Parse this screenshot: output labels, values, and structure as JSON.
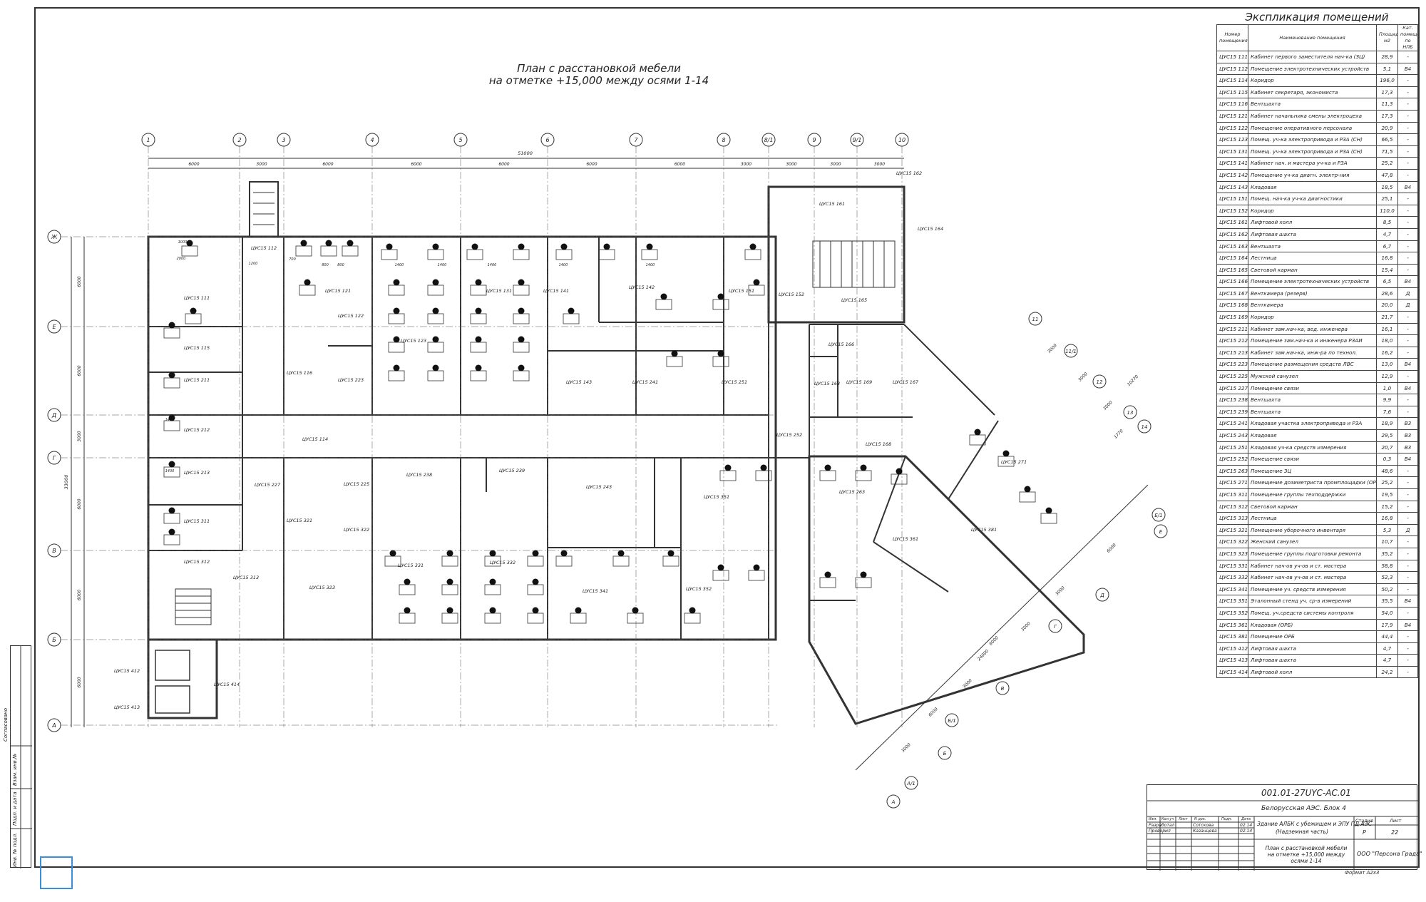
{
  "plan": {
    "title_line1": "План с расстановкой мебели",
    "title_line2": "на отметке +15,000 между осями 1-14",
    "axis_cols": [
      "1",
      "2",
      "3",
      "4",
      "5",
      "6",
      "7",
      "8",
      "8/1",
      "9",
      "9/1",
      "10"
    ],
    "axis_rows": [
      "Ж",
      "Е",
      "Д",
      "Г",
      "В",
      "Б",
      "А"
    ],
    "top_dims": [
      "6000",
      "3000",
      "6000",
      "6000",
      "6000",
      "6000",
      "6000",
      "3000",
      "3000",
      "3000",
      "3000"
    ],
    "overall_dim": "51000",
    "left_dims": [
      "6000",
      "6000",
      "3000",
      "6000",
      "6000",
      "6000"
    ],
    "overall_left_dim": "33000",
    "diag_axes": [
      "11",
      "11/1",
      "12",
      "13",
      "14",
      "Е/1",
      "Е",
      "Д",
      "Г",
      "В",
      "Б/1",
      "Б",
      "А/1",
      "А"
    ],
    "diag_dims": [
      "3000",
      "3000",
      "3000",
      "6000",
      "3000",
      "3000",
      "6000",
      "3000",
      "6000",
      "24000",
      "3000",
      "10270",
      "1770"
    ],
    "furn_dims": [
      "1400",
      "1400",
      "1400",
      "1400",
      "1400",
      "1400",
      "1400",
      "800",
      "800",
      "1200",
      "2000",
      "1000",
      "700"
    ],
    "rooms": [
      "ЦУС15 111",
      "ЦУС15 112",
      "ЦУС15 115",
      "ЦУС15 211",
      "ЦУС15 212",
      "ЦУС15 213",
      "ЦУС15 311",
      "ЦУС15 312",
      "ЦУС15 121",
      "ЦУС15 122",
      "ЦУС15 116",
      "ЦУС15 223",
      "ЦУС15 123",
      "ЦУС15 131",
      "ЦУС15 141",
      "ЦУС15 142",
      "ЦУС15 143",
      "ЦУС15 241",
      "ЦУС15 251",
      "ЦУС15 151",
      "ЦУС15 152",
      "ЦУС15 161",
      "ЦУС15 162",
      "ЦУС15 164",
      "ЦУС15 165",
      "ЦУС15 166",
      "ЦУС15 167",
      "ЦУС15 168",
      "ЦУС15 169",
      "ЦУС15 163",
      "ЦУС15 114",
      "ЦУС15 227",
      "ЦУС15 225",
      "ЦУС15 322",
      "ЦУС15 321",
      "ЦУС15 238",
      "ЦУС15 239",
      "ЦУС15 243",
      "ЦУС15 252",
      "ЦУС15 263",
      "ЦУС15 351",
      "ЦУС15 361",
      "ЦУС15 271",
      "ЦУС15 381",
      "ЦУС15 313",
      "ЦУС15 323",
      "ЦУС15 331",
      "ЦУС15 332",
      "ЦУС15 341",
      "ЦУС15 352",
      "ЦУС15 412",
      "ЦУС15 413",
      "ЦУС15 414"
    ]
  },
  "explication": {
    "title": "Экспликация помещений",
    "headers": [
      "Номер помещения",
      "Наименование помещения",
      "Площадь м2",
      "Кат. помещения по НПБ"
    ],
    "rows": [
      [
        "ЦУС15 111",
        "Кабинет первого заместителя нач-ка (ЗЦ)",
        "28,9",
        "-"
      ],
      [
        "ЦУС15 112",
        "Помещение электротехнических устройств",
        "5,1",
        "В4"
      ],
      [
        "ЦУС15 114",
        "Коридор",
        "196,0",
        "-"
      ],
      [
        "ЦУС15 115",
        "Кабинет секретаря, экономиста",
        "17,3",
        "-"
      ],
      [
        "ЦУС15 116",
        "Вентшахта",
        "11,3",
        "-"
      ],
      [
        "ЦУС15 121",
        "Кабинет начальника смены электроцеха",
        "17,3",
        "-"
      ],
      [
        "ЦУС15 122",
        "Помещение оперативного персонала",
        "20,9",
        "-"
      ],
      [
        "ЦУС15 123",
        "Помещ. уч-ка электропривода и РЗА (СН)",
        "66,5",
        "-"
      ],
      [
        "ЦУС15 131",
        "Помещ. уч-ка электропривода и РЗА (СН)",
        "71,5",
        "-"
      ],
      [
        "ЦУС15 141",
        "Кабинет нач. и мастера уч-ка и РЗА",
        "25,2",
        "-"
      ],
      [
        "ЦУС15 142",
        "Помещение уч-ка диагн. электр-ния",
        "47,8",
        "-"
      ],
      [
        "ЦУС15 143",
        "Кладовая",
        "18,5",
        "В4"
      ],
      [
        "ЦУС15 151",
        "Помещ. нач-ка уч-ка диагностики",
        "25,1",
        "-"
      ],
      [
        "ЦУС15 152",
        "Коридор",
        "110,0",
        "-"
      ],
      [
        "ЦУС15 161",
        "Лифтовой холл",
        "8,5",
        "-"
      ],
      [
        "ЦУС15 162",
        "Лифтовая шахта",
        "4,7",
        "-"
      ],
      [
        "ЦУС15 163",
        "Вентшахта",
        "6,7",
        "-"
      ],
      [
        "ЦУС15 164",
        "Лестница",
        "16,8",
        "-"
      ],
      [
        "ЦУС15 165",
        "Световой карман",
        "15,4",
        "-"
      ],
      [
        "ЦУС15 166",
        "Помещение электротехнических устройств",
        "6,5",
        "В4"
      ],
      [
        "ЦУС15 167",
        "Венткамера (резерв)",
        "28,6",
        "Д"
      ],
      [
        "ЦУС15 168",
        "Венткамера",
        "20,0",
        "Д"
      ],
      [
        "ЦУС15 169",
        "Коридор",
        "21,7",
        "-"
      ],
      [
        "ЦУС15 211",
        "Кабинет зам.нач-ка, вед. инженера",
        "16,1",
        "-"
      ],
      [
        "ЦУС15 212",
        "Помещение зам.нач-ка и инженера РЗАИ",
        "18,0",
        "-"
      ],
      [
        "ЦУС15 213",
        "Кабинет зам.нач-ка, инж-ра по технол.",
        "16,2",
        "-"
      ],
      [
        "ЦУС15 223",
        "Помещение размещения средств ЛВС",
        "13,0",
        "В4"
      ],
      [
        "ЦУС15 225",
        "Мужской санузел",
        "12,9",
        "-"
      ],
      [
        "ЦУС15 227",
        "Помещение связи",
        "1,0",
        "В4"
      ],
      [
        "ЦУС15 238",
        "Вентшахта",
        "9,9",
        "-"
      ],
      [
        "ЦУС15 239",
        "Вентшахта",
        "7,6",
        "-"
      ],
      [
        "ЦУС15 241",
        "Кладовая участка электропривода и РЗА",
        "18,9",
        "В3"
      ],
      [
        "ЦУС15 243",
        "Кладовая",
        "29,5",
        "В3"
      ],
      [
        "ЦУС15 251",
        "Кладовая уч-ка средств измерения",
        "20,7",
        "В3"
      ],
      [
        "ЦУС15 252",
        "Помещение связи",
        "0,3",
        "В4"
      ],
      [
        "ЦУС15 263",
        "Помещение ЗЦ",
        "48,6",
        "-"
      ],
      [
        "ЦУС15 271",
        "Помещение дозиметриста промплощадки (ОРБ)",
        "25,2",
        "-"
      ],
      [
        "ЦУС15 311",
        "Помещение группы техподдержки",
        "19,5",
        "-"
      ],
      [
        "ЦУС15 312",
        "Световой карман",
        "15,2",
        "-"
      ],
      [
        "ЦУС15 313",
        "Лестница",
        "16,8",
        "-"
      ],
      [
        "ЦУС15 321",
        "Помещение уборочного инвентаря",
        "5,3",
        "Д"
      ],
      [
        "ЦУС15 322",
        "Женский санузел",
        "10,7",
        "-"
      ],
      [
        "ЦУС15 323",
        "Помещение группы подготовки ремонта",
        "35,2",
        "-"
      ],
      [
        "ЦУС15 331",
        "Кабинет нач-ов уч-ов и ст. мастера",
        "58,8",
        "-"
      ],
      [
        "ЦУС15 332",
        "Кабинет нач-ов уч-ов и ст. мастера",
        "52,3",
        "-"
      ],
      [
        "ЦУС15 341",
        "Помещение уч. средств измерения",
        "50,2",
        "-"
      ],
      [
        "ЦУС15 351",
        "Эталонный стенд уч. ср-в измерений",
        "35,5",
        "В4"
      ],
      [
        "ЦУС15 352",
        "Помещ. уч.средств системы контроля",
        "54,0",
        "-"
      ],
      [
        "ЦУС15 361",
        "Кладовая (ОРБ)",
        "17,9",
        "В4"
      ],
      [
        "ЦУС15 381",
        "Помещение ОРБ",
        "44,4",
        "-"
      ],
      [
        "ЦУС15 412",
        "Лифтовая шахта",
        "4,7",
        "-"
      ],
      [
        "ЦУС15 413",
        "Лифтовая шахта",
        "4,7",
        "-"
      ],
      [
        "ЦУС15 414",
        "Лифтовой холл",
        "24,2",
        "-"
      ]
    ]
  },
  "stamp": {
    "code": "001.01-27UYC-AC.01",
    "project": "Белорусская АЭС. Блок 4",
    "building": "Здание АЛБК с убежищем и ЭПУ ПД АЭС",
    "building2": "(Надземная часть)",
    "sheet_title1": "План с расстановкой мебели",
    "sheet_title2": "на отметке +15,000 между осями 1-14",
    "company": "ООО \"Персона Града\"",
    "format": "Формат А2х3",
    "stage_label": "Стадия",
    "stage": "Р",
    "sheet_label": "Лист",
    "sheet": "22",
    "hdr": [
      "Изм.",
      "Кол.уч",
      "Лист",
      "N док.",
      "Подп.",
      "Дата"
    ],
    "role1": "Разработал",
    "name1": "Сотскова",
    "date1": "02.14",
    "role2": "Проверил",
    "name2": "Казанцева",
    "date2": "02.14",
    "side_labels": [
      "Согласовано",
      "Взам. инв.№",
      "Подп. и дата",
      "Инв. № подл."
    ]
  }
}
